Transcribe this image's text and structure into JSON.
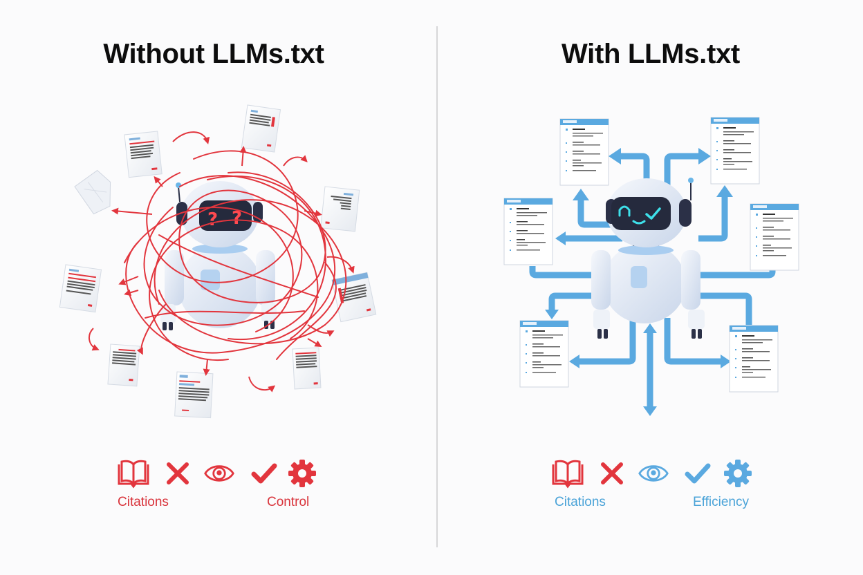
{
  "colors": {
    "background": "#fbfbfc",
    "title": "#0d0d0d",
    "chaos_red": "#e2353d",
    "order_blue": "#5aa9e0",
    "label_red": "#d9343c",
    "label_blue": "#4aa3d8",
    "robot_dark": "#2b3047",
    "divider": "#d6d6d8"
  },
  "left_panel": {
    "title": "Without LLMs.txt",
    "robot_face": "? ?",
    "robot_expression": "confused",
    "icons": [
      {
        "name": "book-icon",
        "color": "#e2353d"
      },
      {
        "name": "x-icon",
        "color": "#e2353d"
      },
      {
        "name": "eye-icon",
        "color": "#e2353d"
      },
      {
        "name": "check-icon",
        "color": "#e2353d"
      },
      {
        "name": "gear-icon",
        "color": "#e2353d"
      }
    ],
    "labels": {
      "left": "Citations",
      "right": "Control"
    }
  },
  "right_panel": {
    "title": "With LLMs.txt",
    "robot_expression": "happy-wink",
    "icons": [
      {
        "name": "book-icon",
        "color": "#e2353d"
      },
      {
        "name": "x-icon",
        "color": "#e2353d"
      },
      {
        "name": "eye-icon",
        "color": "#5aa9e0"
      },
      {
        "name": "check-icon",
        "color": "#5aa9e0"
      },
      {
        "name": "gear-icon",
        "color": "#5aa9e0"
      }
    ],
    "labels": {
      "left": "Citations",
      "right": "Efficiency"
    }
  }
}
